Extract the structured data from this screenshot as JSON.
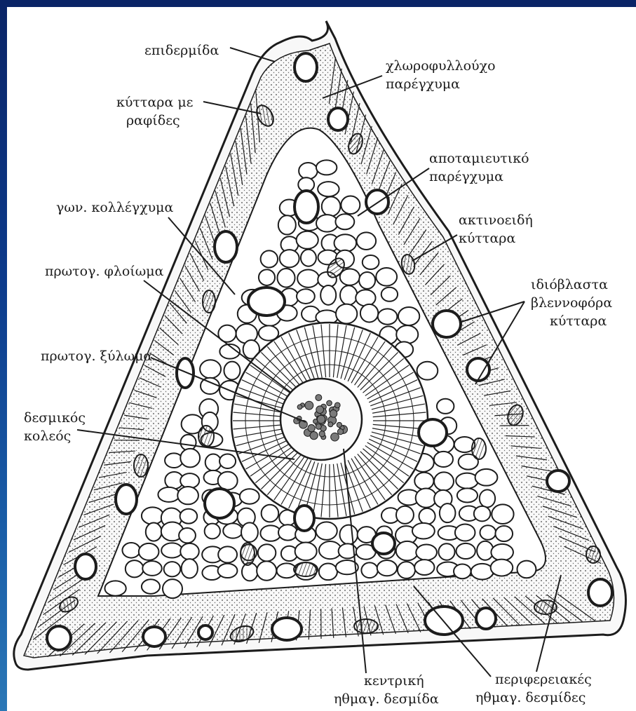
{
  "labels": {
    "epidermis": "επιδερμίδα",
    "chlorenchyma_1": "χλωροφυλλούχο",
    "chlorenchyma_2": "παρέγχυμα",
    "raphide_cells_1": "κύτταρα με",
    "raphide_cells_2": "ραφίδες",
    "storage_parenchyma_1": "αποταμιευτικό",
    "storage_parenchyma_2": "παρέγχυμα",
    "angular_collenchyma": "γων. κολλέγχυμα",
    "radial_cells_1": "ακτινοειδή",
    "radial_cells_2": "κύτταρα",
    "primary_phloem": "πρωτογ. φλοίωμα",
    "idioblasts_1": "ιδιόβλαστα",
    "idioblasts_2": "βλεννοφόρα",
    "idioblasts_3": "κύτταρα",
    "primary_xylem": "πρωτογ. ξύλωμα",
    "bundle_sheath_1": "δεσμικός",
    "bundle_sheath_2": "κολεός",
    "central_bundle_1": "κεντρική",
    "central_bundle_2": "ηθμαγ. δεσμίδα",
    "peripheral_bundles_1": "περιφερειακές",
    "peripheral_bundles_2": "ηθμαγ. δεσμίδες"
  },
  "colors": {
    "frame_blue": "#0b2a6e",
    "paper": "#ffffff",
    "ink": "#1c1c1c"
  }
}
